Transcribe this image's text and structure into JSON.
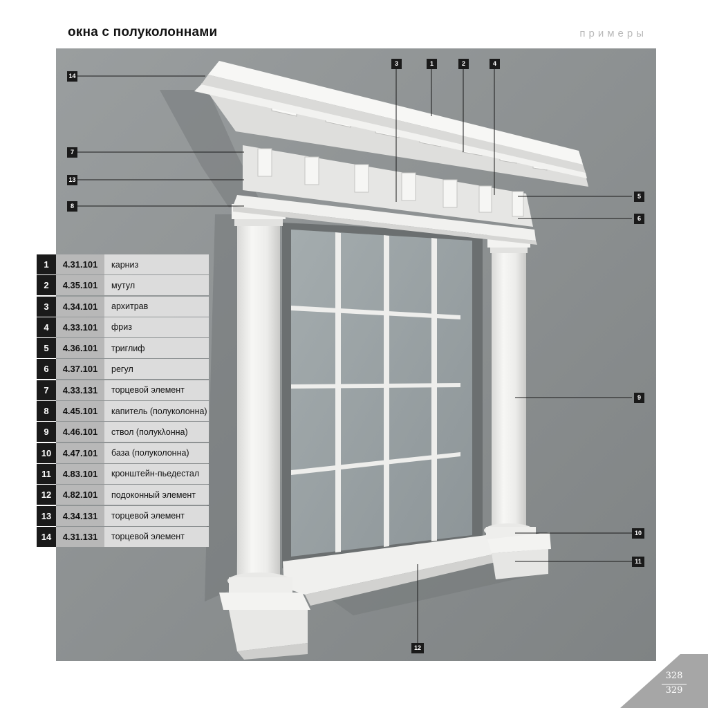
{
  "header": {
    "title": "окна с полуколоннами",
    "section": "примеры"
  },
  "photo": {
    "subject": "window-with-half-columns",
    "colors": {
      "wall": "#8d9192",
      "molding": "#f2f2f0",
      "glass": "#9aa3a6",
      "shadow": "#6f7475"
    }
  },
  "callouts": [
    "14",
    "7",
    "13",
    "8",
    "3",
    "1",
    "2",
    "4",
    "5",
    "6",
    "9",
    "10",
    "11",
    "12"
  ],
  "parts": [
    {
      "num": "1",
      "code": "4.31.101",
      "name": "карниз"
    },
    {
      "num": "2",
      "code": "4.35.101",
      "name": "мутул"
    },
    {
      "num": "3",
      "code": "4.34.101",
      "name": "архитрав"
    },
    {
      "num": "4",
      "code": "4.33.101",
      "name": "фриз"
    },
    {
      "num": "5",
      "code": "4.36.101",
      "name": "триглиф"
    },
    {
      "num": "6",
      "code": "4.37.101",
      "name": "регул"
    },
    {
      "num": "7",
      "code": "4.33.131",
      "name": "торцевой элемент"
    },
    {
      "num": "8",
      "code": "4.45.101",
      "name": "капитель (полуколонна)"
    },
    {
      "num": "9",
      "code": "4.46.101",
      "name": "ствол (полукλонна)"
    },
    {
      "num": "10",
      "code": "4.47.101",
      "name": "база (полуколонна)"
    },
    {
      "num": "11",
      "code": "4.83.101",
      "name": "кронштейн-пьедестал"
    },
    {
      "num": "12",
      "code": "4.82.101",
      "name": "подоконный элемент"
    },
    {
      "num": "13",
      "code": "4.34.131",
      "name": "торцевой элемент"
    },
    {
      "num": "14",
      "code": "4.31.131",
      "name": "торцевой элемент"
    }
  ],
  "footer": {
    "page_left": "328",
    "page_right": "329",
    "tab_color": "#a6a6a6"
  }
}
